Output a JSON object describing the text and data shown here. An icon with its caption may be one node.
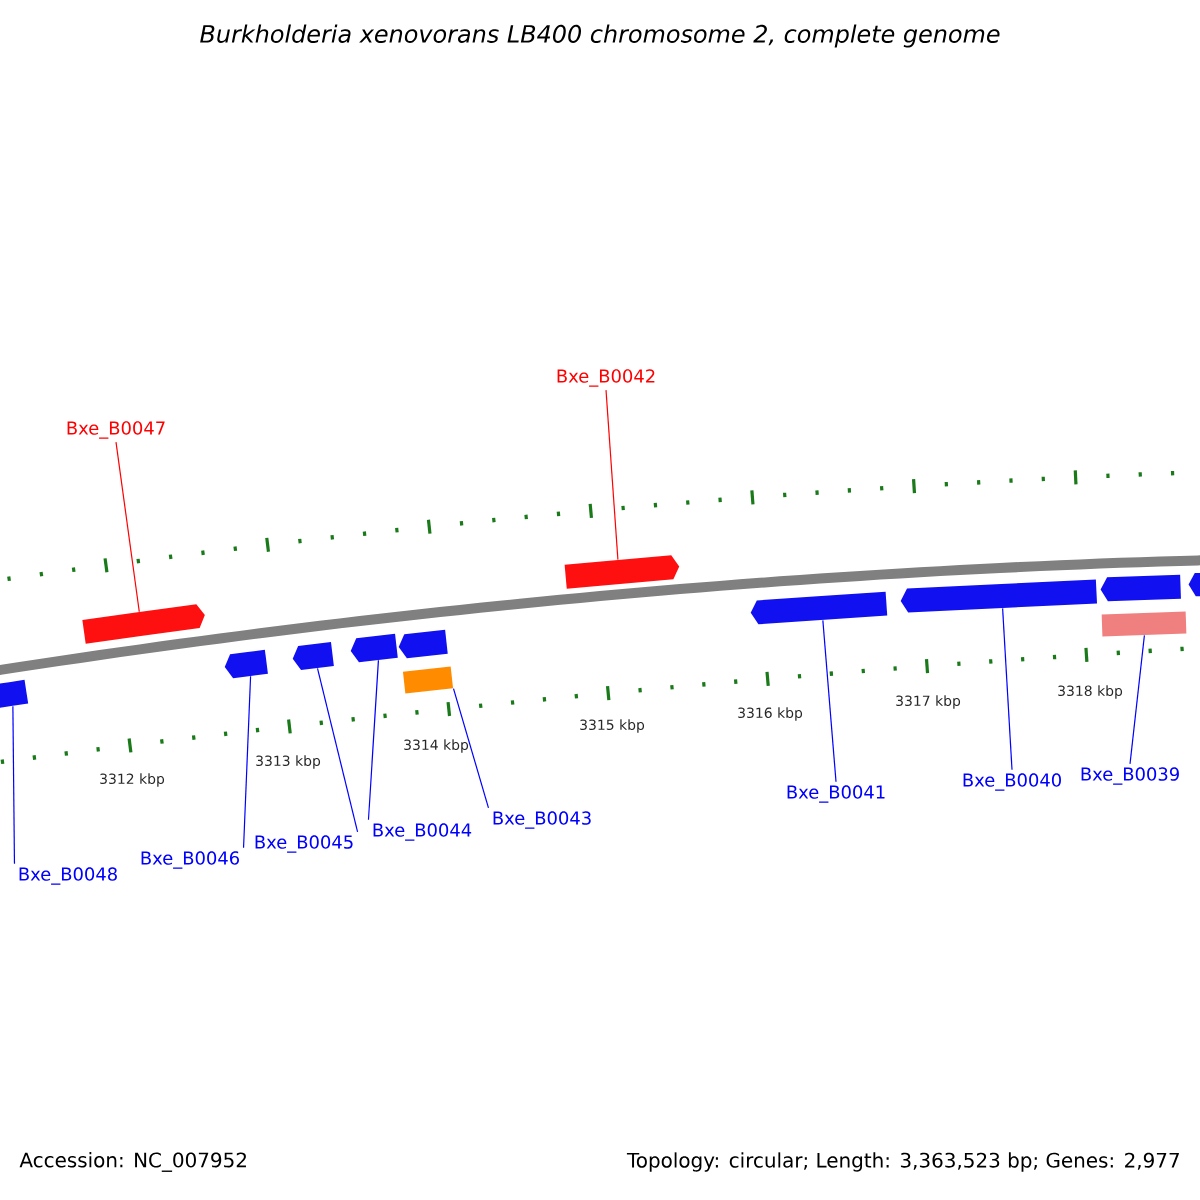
{
  "diagram": {
    "title": "Burkholderia xenovorans LB400 chromosome 2, complete genome",
    "nodes": [
      {
        "text": [
          "Bxe_B0047"
        ]
      },
      {
        "text": [
          "Bxe_B0042"
        ]
      },
      {
        "text": [
          "Bxe_B0048"
        ]
      },
      {
        "text": [
          "Bxe_B0046"
        ]
      },
      {
        "text": [
          "Bxe_B0045"
        ]
      },
      {
        "text": [
          "Bxe_B0044"
        ]
      },
      {
        "text": [
          "Bxe_B0043"
        ]
      },
      {
        "text": [
          "Bxe_B0041"
        ]
      },
      {
        "text": [
          "Bxe_B0040"
        ]
      },
      {
        "text": [
          "Bxe_B0039"
        ]
      },
      {
        "text": [],
        "shape": "arrow"
      },
      {
        "text": [],
        "shape": "arrow"
      },
      {
        "text": [],
        "shape": "arrow"
      },
      {
        "text": [],
        "shape": "arrow"
      },
      {
        "text": [],
        "shape": "arrow"
      },
      {
        "text": [],
        "shape": "arrow"
      },
      {
        "text": [],
        "shape": "arrow"
      },
      {
        "text": [],
        "shape": "box"
      },
      {
        "text": [],
        "shape": "arrow"
      },
      {
        "text": [],
        "shape": "arrow"
      },
      {
        "text": [],
        "shape": "arrow"
      },
      {
        "text": [],
        "shape": "box"
      },
      {
        "text": [],
        "shape": "arrow"
      }
    ],
    "edges": [
      {
        "from": 0,
        "to": 10,
        "arrow": "none",
        "color": "#ff0000"
      },
      {
        "from": 1,
        "to": 11,
        "arrow": "none",
        "color": "#ff0000"
      },
      {
        "from": 2,
        "to": 12,
        "arrow": "none"
      },
      {
        "from": 3,
        "to": 13,
        "arrow": "none"
      },
      {
        "from": 4,
        "to": 14,
        "arrow": "none"
      },
      {
        "from": 5,
        "to": 15,
        "arrow": "none"
      },
      {
        "from": 6,
        "to": 17,
        "arrow": "none"
      },
      {
        "from": 7,
        "to": 18,
        "arrow": "none"
      },
      {
        "from": 8,
        "to": 19,
        "arrow": "none"
      },
      {
        "from": 9,
        "to": 21,
        "arrow": "none"
      }
    ],
    "labels": [
      "3312 kbp",
      "3313 kbp",
      "3314 kbp",
      "3315 kbp",
      "3316 kbp",
      "3317 kbp",
      "3318 kbp",
      "Accession: NC_007952",
      "Topology: circular; Length: 3,363,523 bp; Genes: 2,977"
    ]
  }
}
